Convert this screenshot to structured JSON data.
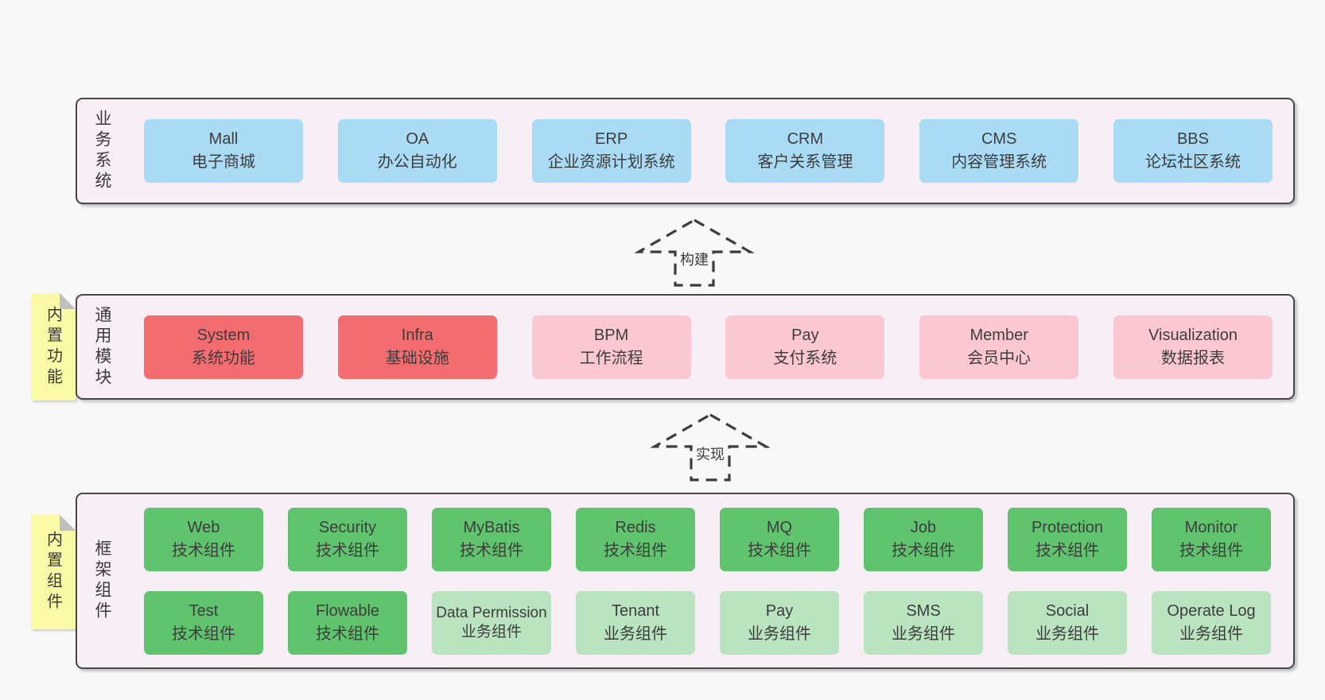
{
  "palette": {
    "page_bg": "#f8f8f8",
    "layer_bg": "#f7eef6",
    "layer_border": "#474747",
    "blue": "#a9dbf5",
    "red_strong": "#f26c70",
    "red_light": "#fbc8d2",
    "green_strong": "#5fc46d",
    "green_light": "#b9e4bf",
    "note_yellow": "#fafaa6",
    "text": "#3d3d3d"
  },
  "arrows": {
    "build": {
      "label": "构建"
    },
    "implement": {
      "label": "实现"
    }
  },
  "layers": {
    "business": {
      "label": "业务系统",
      "items": [
        {
          "name": "Mall",
          "desc": "电子商城"
        },
        {
          "name": "OA",
          "desc": "办公自动化"
        },
        {
          "name": "ERP",
          "desc": "企业资源计划系统"
        },
        {
          "name": "CRM",
          "desc": "客户关系管理"
        },
        {
          "name": "CMS",
          "desc": "内容管理系统"
        },
        {
          "name": "BBS",
          "desc": "论坛社区系统"
        }
      ]
    },
    "modules": {
      "label": "通用模块",
      "note": "内置功能",
      "items": [
        {
          "name": "System",
          "desc": "系统功能"
        },
        {
          "name": "Infra",
          "desc": "基础设施"
        },
        {
          "name": "BPM",
          "desc": "工作流程"
        },
        {
          "name": "Pay",
          "desc": "支付系统"
        },
        {
          "name": "Member",
          "desc": "会员中心"
        },
        {
          "name": "Visualization",
          "desc": "数据报表"
        }
      ]
    },
    "components": {
      "label": "框架组件",
      "note": "内置组件",
      "rows": [
        [
          {
            "name": "Web",
            "desc": "技术组件"
          },
          {
            "name": "Security",
            "desc": "技术组件"
          },
          {
            "name": "MyBatis",
            "desc": "技术组件"
          },
          {
            "name": "Redis",
            "desc": "技术组件"
          },
          {
            "name": "MQ",
            "desc": "技术组件"
          },
          {
            "name": "Job",
            "desc": "技术组件"
          },
          {
            "name": "Protection",
            "desc": "技术组件"
          },
          {
            "name": "Monitor",
            "desc": "技术组件"
          }
        ],
        [
          {
            "name": "Test",
            "desc": "技术组件"
          },
          {
            "name": "Flowable",
            "desc": "技术组件"
          },
          {
            "name": "Data Permission",
            "desc": "业务组件"
          },
          {
            "name": "Tenant",
            "desc": "业务组件"
          },
          {
            "name": "Pay",
            "desc": "业务组件"
          },
          {
            "name": "SMS",
            "desc": "业务组件"
          },
          {
            "name": "Social",
            "desc": "业务组件"
          },
          {
            "name": "Operate Log",
            "desc": "业务组件"
          }
        ]
      ]
    }
  }
}
